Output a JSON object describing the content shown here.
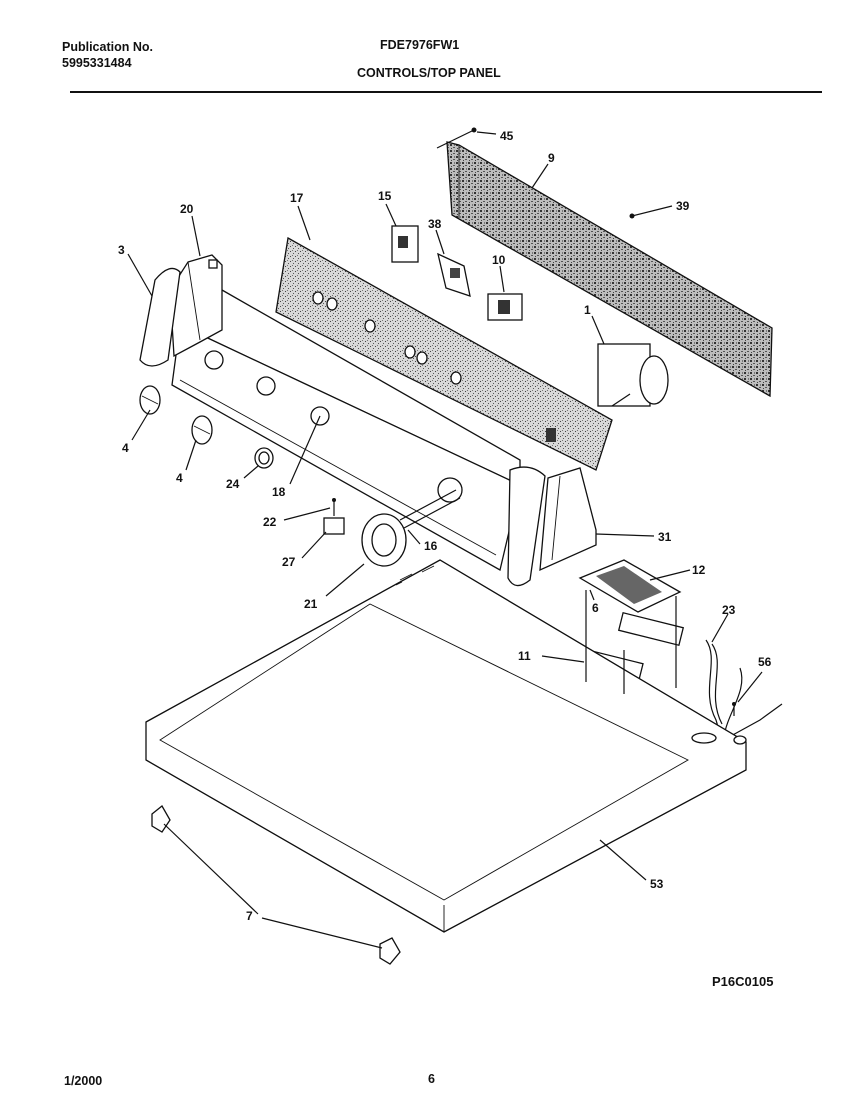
{
  "header": {
    "publication_label": "Publication No.",
    "publication_number": "5995331484",
    "model": "FDE7976FW1",
    "title": "CONTROLS/TOP PANEL"
  },
  "footer": {
    "date": "1/2000",
    "page": "6",
    "diagram_code": "P16C0105"
  },
  "callouts": {
    "c45": "45",
    "c9": "9",
    "c39": "39",
    "c20": "20",
    "c17": "17",
    "c15": "15",
    "c38": "38",
    "c10": "10",
    "c3": "3",
    "c1": "1",
    "c4a": "4",
    "c4b": "4",
    "c24": "24",
    "c18": "18",
    "c22": "22",
    "c27": "27",
    "c16": "16",
    "c31": "31",
    "c12": "12",
    "c21": "21",
    "c6": "6",
    "c23": "23",
    "c11": "11",
    "c56": "56",
    "c53": "53",
    "c7": "7"
  }
}
